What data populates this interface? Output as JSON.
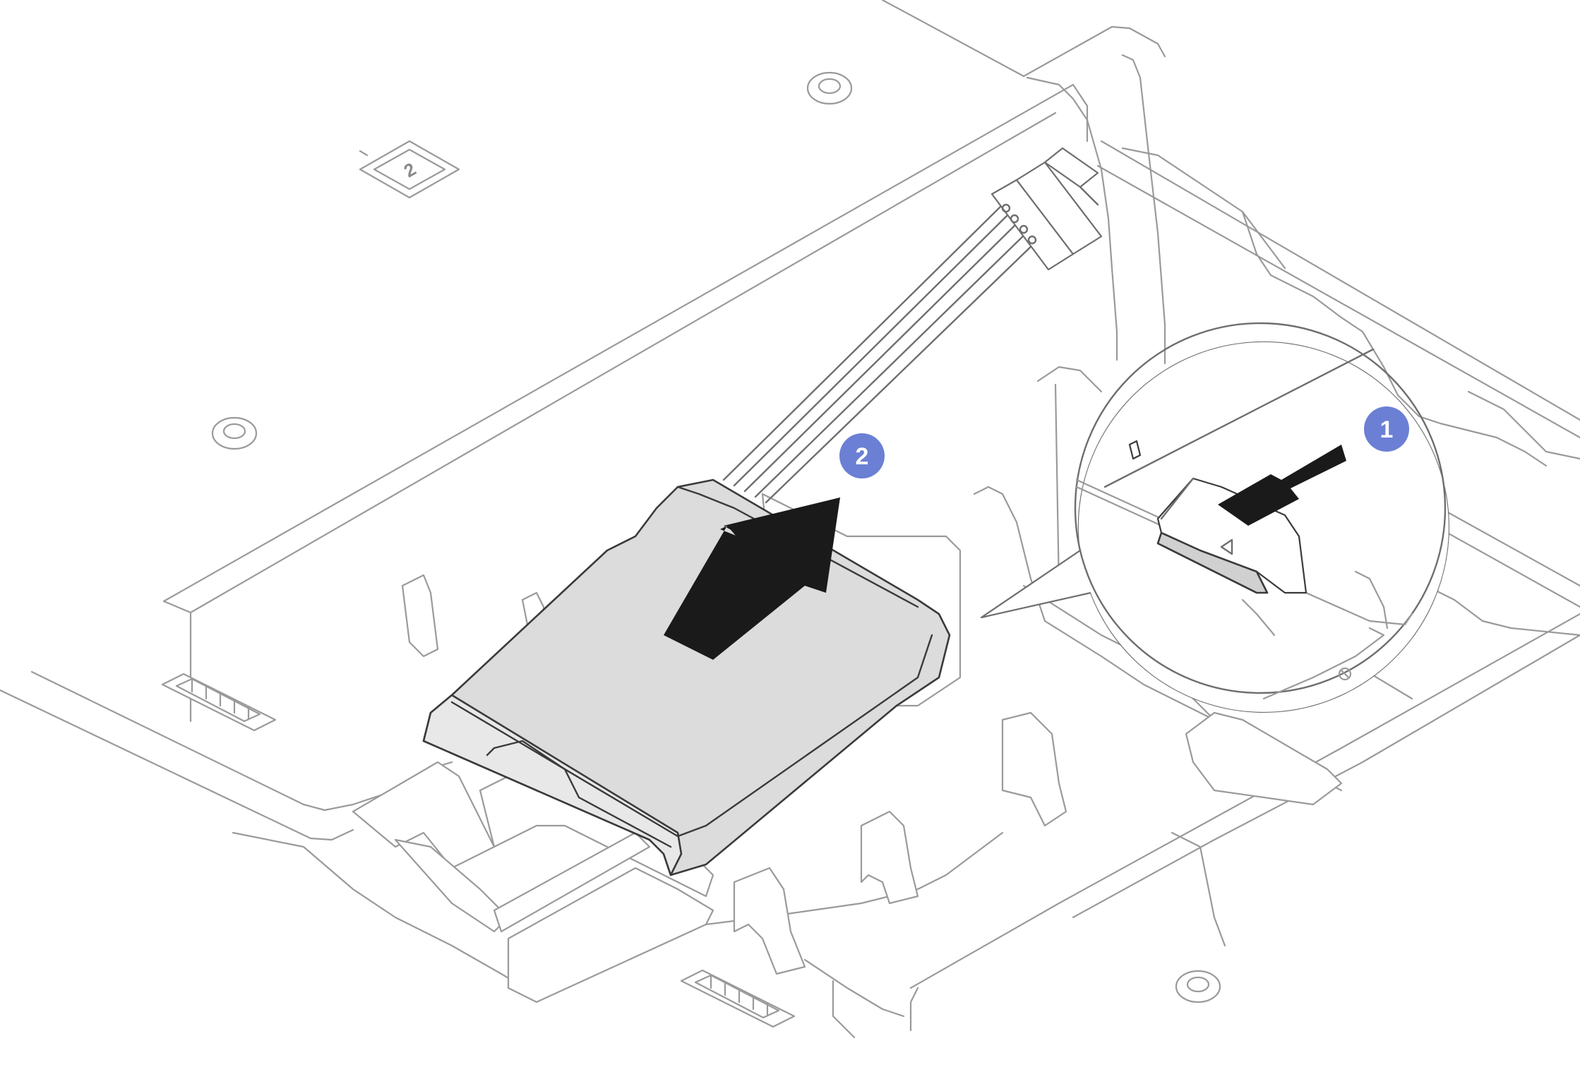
{
  "callouts": [
    {
      "id": 1,
      "label": "1",
      "color": "#6b7fd4"
    },
    {
      "id": 2,
      "label": "2",
      "color": "#6b7fd4"
    }
  ],
  "processor_marker": {
    "label": "2",
    "icon": "processor-chip-icon"
  },
  "colors": {
    "outline": "#9a9a9a",
    "battery": "#dcdcdc",
    "arrow": "#1a1a1a",
    "callout": "#6b7fd4"
  }
}
